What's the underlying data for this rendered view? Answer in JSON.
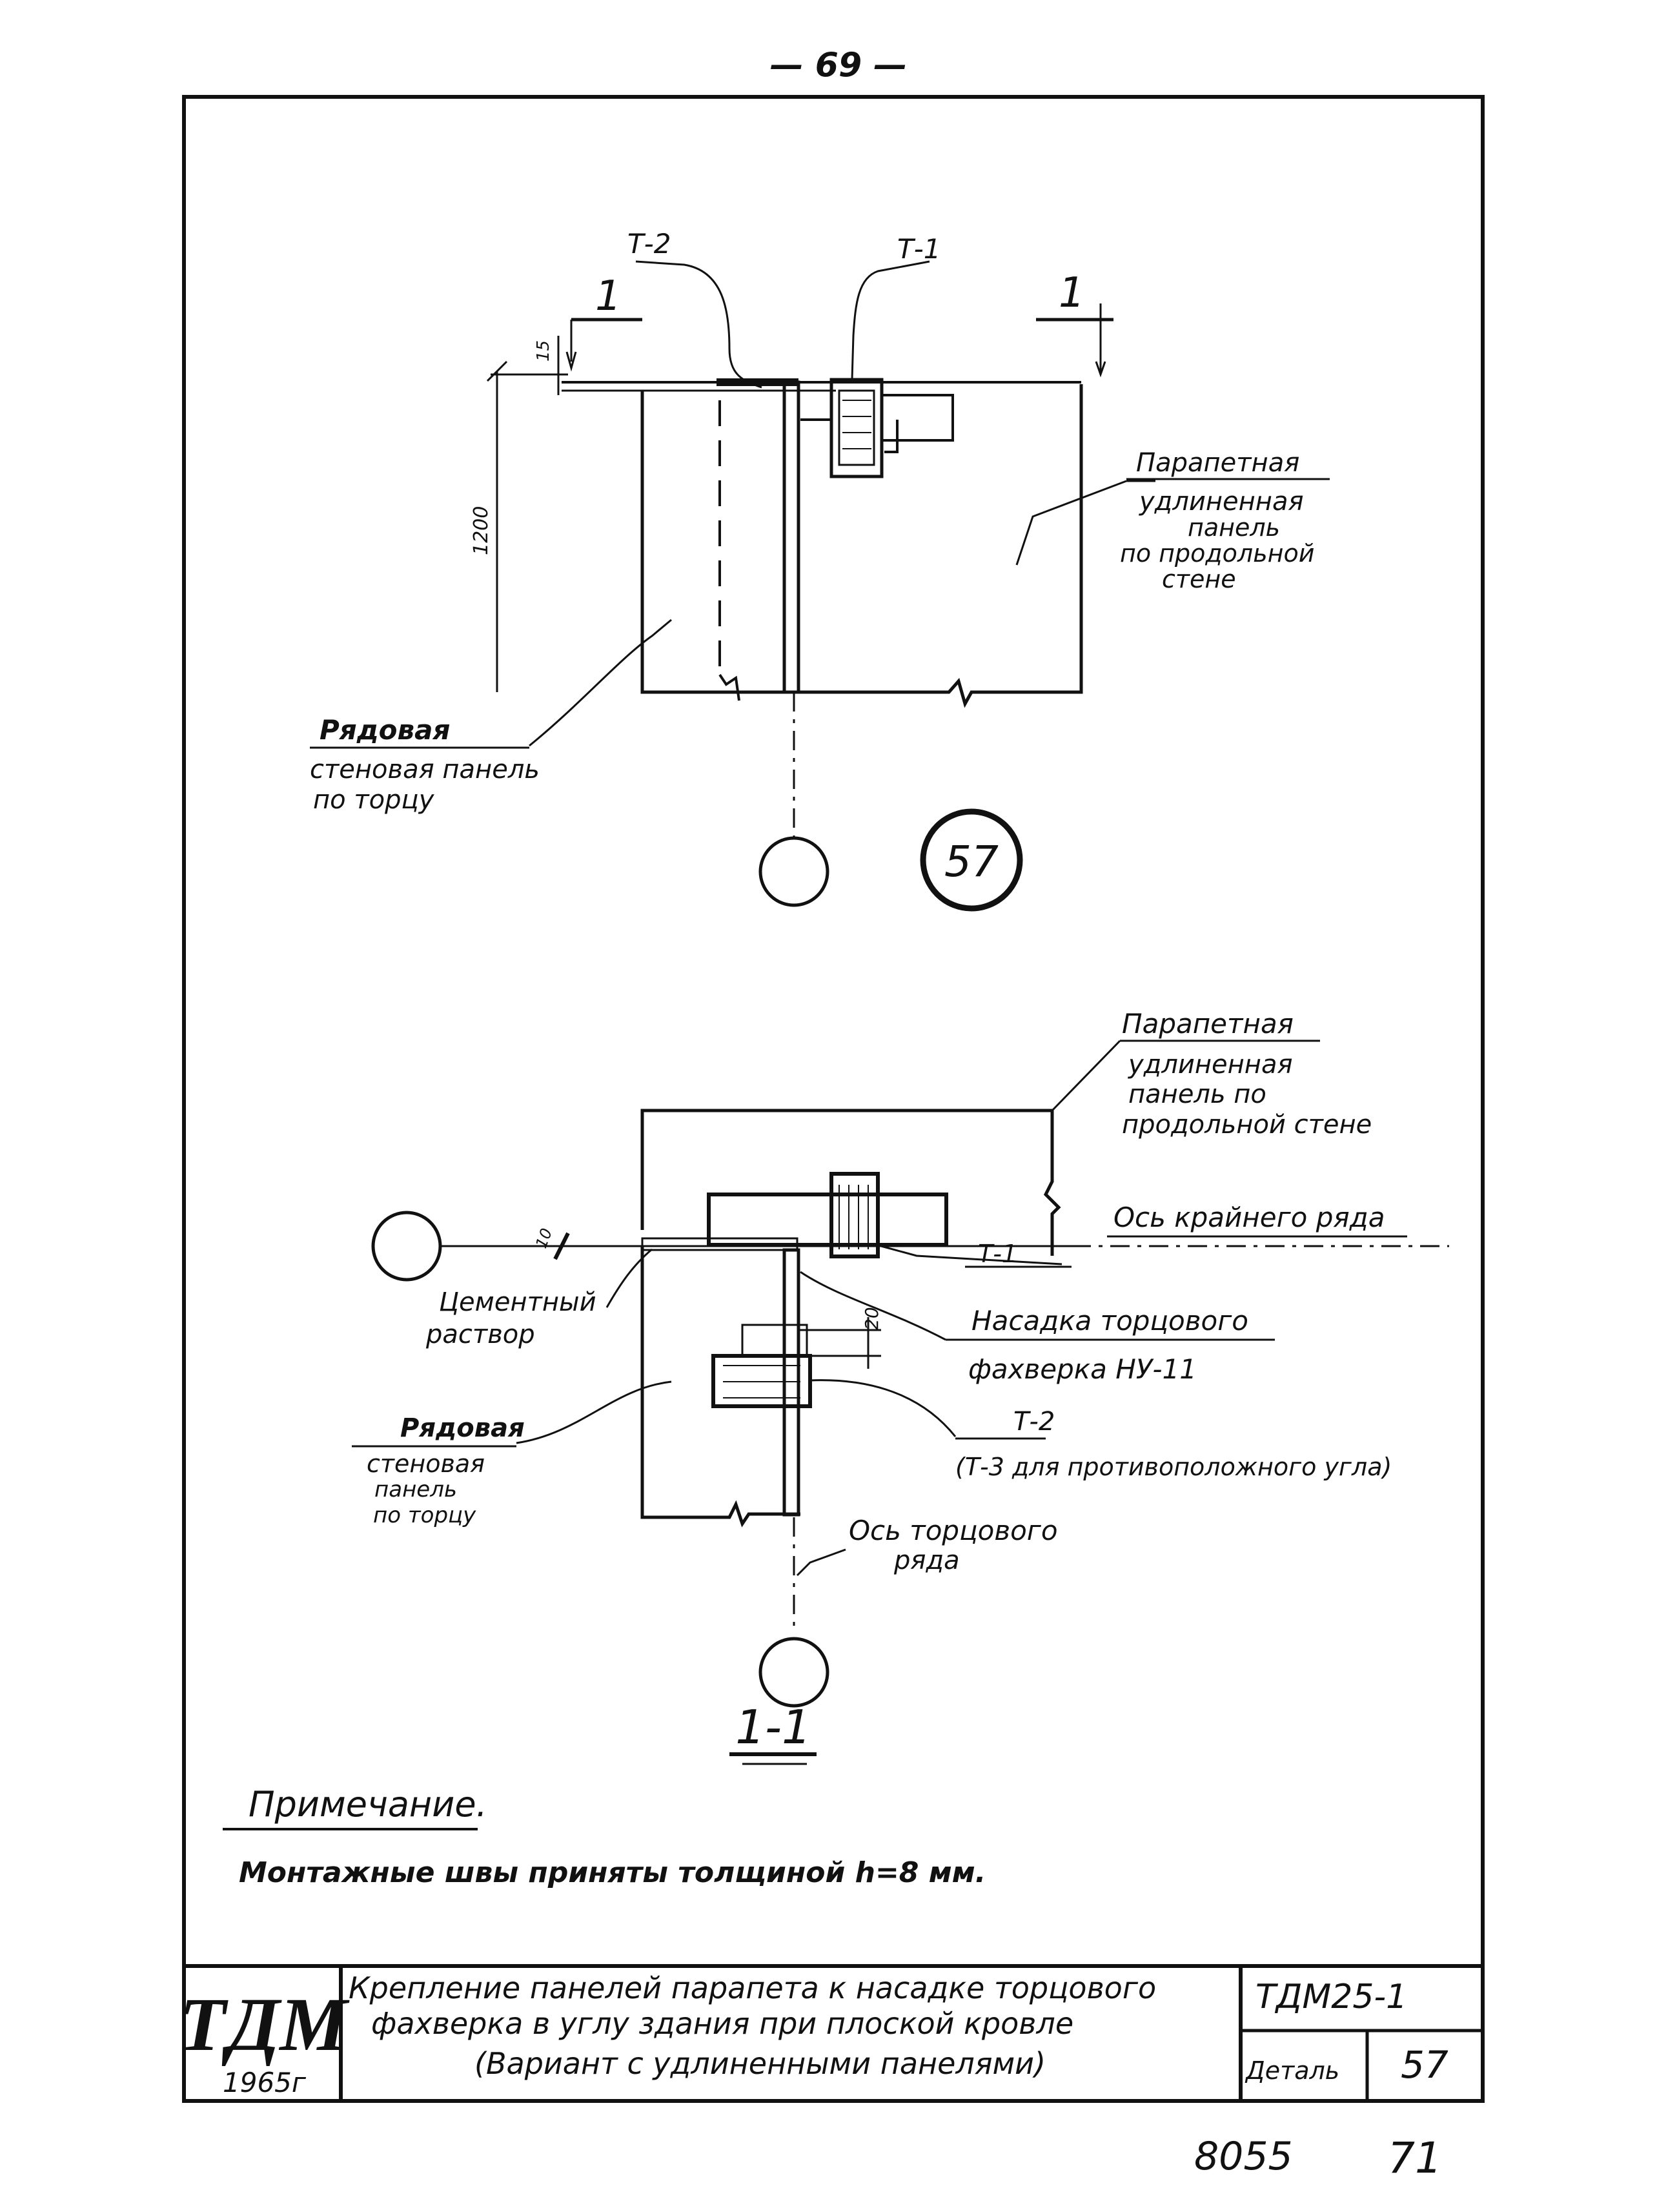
{
  "page": {
    "page_number": "— 69 —"
  },
  "plan_view": {
    "label_t2": "Т-2",
    "label_t1": "Т-1",
    "section_mark_left": "1",
    "section_mark_right": "1",
    "dim_15": "15",
    "dim_1200": "1200",
    "parapet_label": [
      "Парапетная",
      "удлиненная",
      "панель",
      "по продольной",
      "стене"
    ],
    "row_panel_label": [
      "Рядовая",
      "стеновая панель",
      "по торцу"
    ],
    "detail_number": "57"
  },
  "section_view": {
    "parapet_label": [
      "Парапетная",
      "удлиненная",
      "панель по",
      "продольной стене"
    ],
    "axis_edge_row": "Ось крайнего ряда",
    "label_t1": "Т-1",
    "dim_10": "10",
    "dim_20": "20",
    "cement_label": [
      "Цементный",
      "раствор"
    ],
    "nozzle_label": [
      "Насадка торцового",
      "фахверка НУ-11"
    ],
    "t2_label": [
      "Т-2",
      "(Т-3 для противоположного угла)"
    ],
    "row_panel_label": [
      "Рядовая",
      "стеновая",
      "панель",
      "по торцу"
    ],
    "axis_end_row": [
      "Ось торцового",
      "ряда"
    ],
    "section_title": "1-1"
  },
  "note": {
    "heading": "Примечание.",
    "text": "Монтажные швы приняты толщиной h=8 мм."
  },
  "title_block": {
    "logo": "ТДМ",
    "year": "1965г",
    "title_lines": [
      "Крепление панелей парапета к насадке торцового",
      "фахверка в углу здания при плоской кровле",
      "(Вариант с удлиненными панелями)"
    ],
    "code": "ТДМ25-1",
    "detail_label": "Деталь",
    "detail_number": "57"
  },
  "footer": {
    "left": "8055",
    "right": "71"
  },
  "colors": {
    "ink": "#111111",
    "paper": "#ffffff"
  }
}
